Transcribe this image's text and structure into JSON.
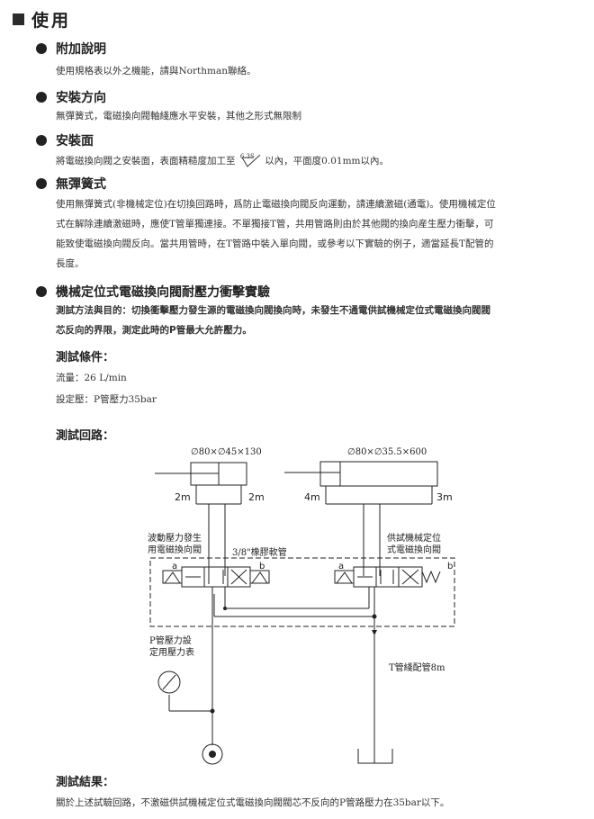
{
  "header": {
    "title": "使用"
  },
  "sections": [
    {
      "title": "附加說明",
      "text": "使用規格表以外之機能，請與Northman聯絡。"
    },
    {
      "title": "安裝方向",
      "text": "無彈簧式，電磁換向閥軸綫應水平安裝，其他之形式無限制"
    },
    {
      "title": "安裝面",
      "text_before": "將電磁換向閥之安裝面，表面精糙度加工至",
      "roughness_value": "6.3S",
      "text_after": "以內，平面度0.01mm以內。"
    },
    {
      "title": "無彈簧式",
      "lines": [
        "使用無彈簧式(非機械定位)在切換回路時，爲防止電磁換向閥反向運動，請連續激磁(通電)。使用機械定位",
        "式在解除連續激磁時，應使T管單獨連接。不單獨接T管，共用管路則由於其他閥的換向産生壓力衝擊，可",
        "能致使電磁換向閥反向。當共用管時，在T管路中裝入單向閥，或參考以下實驗的例子，適當延長T配管的",
        "長度。"
      ]
    },
    {
      "title": "機械定位式電磁換向閥耐壓力衝擊實驗",
      "lines": [
        "測試方法與目的：切換衝擊壓力發生源的電磁換向閥換向時，未發生不通電供試機械定位式電磁換向閥閥",
        "芯反向的界限，測定此時的P管最大允許壓力。"
      ]
    }
  ],
  "test_conditions": {
    "title": "測試條件：",
    "flow": "流量：26 L/min",
    "pressure": "設定壓：P管壓力35bar"
  },
  "circuit": {
    "title": "測試回路：",
    "cyl_left_spec": "∅80×∅45×130",
    "cyl_right_spec": "∅80×∅35.5×600",
    "left_len_a": "2m",
    "left_len_b": "2m",
    "right_len_a": "4m",
    "right_len_b": "3m",
    "valve_left_label_1": "波動壓力發生",
    "valve_left_label_2": "用電磁換向閥",
    "hose_label": "3/8\"橡膠軟管",
    "valve_right_label_1": "供試機械定位",
    "valve_right_label_2": "式電磁換向閥",
    "sol_a": "a",
    "sol_b": "b",
    "gauge_label_1": "P管壓力設",
    "gauge_label_2": "定用壓力表",
    "t_line_label": "T管綫配管8m"
  },
  "results": {
    "title": "測試結果：",
    "text": "關於上述試驗回路，不激磁供試機械定位式電磁換向閥閥芯不反向的P管路壓力在35bar以下。"
  }
}
